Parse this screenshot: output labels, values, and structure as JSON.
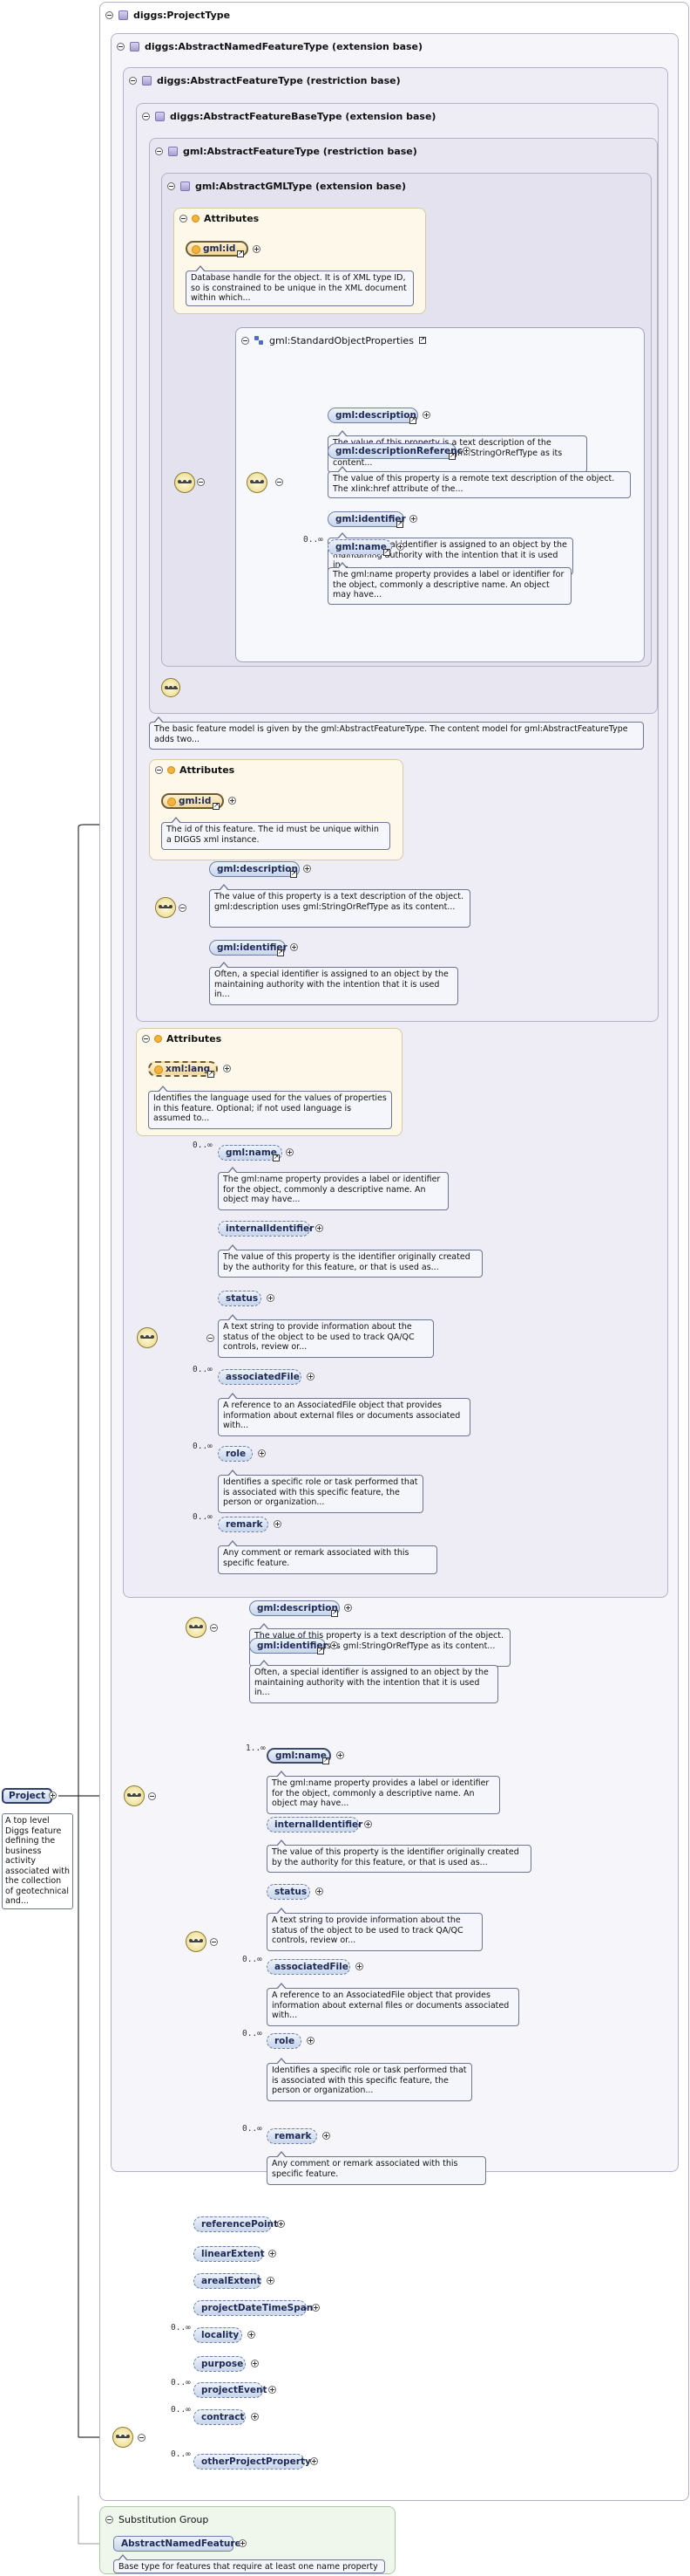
{
  "root": {
    "name": "Project",
    "description": "A top level Diggs feature defining the business activity associated with the collection of geotechnical and..."
  },
  "boxes": {
    "project_type": "diggs:ProjectType",
    "abstract_named": "diggs:AbstractNamedFeatureType (extension base)",
    "abstract_feature": "diggs:AbstractFeatureType (restriction base)",
    "abstract_feature_base": "diggs:AbstractFeatureBaseType (extension base)",
    "gml_abstract_feature": "gml:AbstractFeatureType (restriction base)",
    "gml_abstract_gml": "gml:AbstractGMLType (extension base)",
    "std_object_props": "gml:StandardObjectProperties"
  },
  "attributes_title": "Attributes",
  "gml_attrs": {
    "id_name": "gml:id",
    "id_note": "Database handle for the object. It is of XML type ID, so is constrained to be unique in the XML document within which..."
  },
  "std_props": [
    {
      "name": "gml:description",
      "note": "The value of this property is a text description of the object. gml:description uses gml:StringOrRefType as its content..."
    },
    {
      "name": "gml:descriptionReference",
      "note": "The value of this property is a remote text description of the object. The xlink:href attribute of the..."
    },
    {
      "name": "gml:identifier",
      "note": "Often, a special identifier is assigned to an object by the maintaining authority with the intention that it is used in..."
    },
    {
      "name": "gml:name",
      "card": "0..∞",
      "note": "The gml:name property provides a label or identifier for the object, commonly a descriptive name. An object may have..."
    }
  ],
  "base_note": "The basic feature model is given by the gml:AbstractFeatureType. The content model for gml:AbstractFeatureType adds two...",
  "base_attrs": {
    "id_name": "gml:id",
    "id_note": "The id of this feature. The id must be unique within a DIGGS xml instance."
  },
  "base_props": [
    {
      "name": "gml:description",
      "note": "The value of this property is a text description of the object. gml:description uses gml:StringOrRefType as its content..."
    },
    {
      "name": "gml:identifier",
      "note": "Often, a special identifier is assigned to an object by the maintaining authority with the intention that it is used in..."
    }
  ],
  "feature_attrs": {
    "lang_name": "xml:lang",
    "lang_note": "Identifies the language used for the values of properties in this feature. Optional; if not used language is assumed to..."
  },
  "feature_props": [
    {
      "name": "gml:name",
      "card": "0..∞",
      "note": "The gml:name property provides a label or identifier for the object, commonly a descriptive name. An object may have..."
    },
    {
      "name": "internalIdentifier",
      "note": "The value of this property is the identifier originally created by the authority for this feature, or that is used as..."
    },
    {
      "name": "status",
      "note": "A text string to provide information about the status of the object to be used to track QA/QC controls, review or..."
    },
    {
      "name": "associatedFile",
      "card": "0..∞",
      "note": "A reference to an AssociatedFile object that provides information about external files or documents associated with..."
    },
    {
      "name": "role",
      "card": "0..∞",
      "note": "Identifies a specific role or task performed that is associated with this specific feature, the person or organization..."
    },
    {
      "name": "remark",
      "card": "0..∞",
      "note": "Any comment or remark associated with this specific feature."
    }
  ],
  "named_props_a": [
    {
      "name": "gml:description",
      "note": "The value of this property is a text description of the object. gml:description uses gml:StringOrRefType as its content..."
    },
    {
      "name": "gml:identifier",
      "note": "Often, a special identifier is assigned to an object by the maintaining authority with the intention that it is used in..."
    }
  ],
  "named_props_b": [
    {
      "name": "gml:name",
      "card": "1..∞",
      "note": "The gml:name property provides a label or identifier for the object, commonly a descriptive name. An object may have..."
    },
    {
      "name": "internalIdentifier",
      "note": "The value of this property is the identifier originally created by the authority for this feature, or that is used as..."
    },
    {
      "name": "status",
      "note": "A text string to provide information about the status of the object to be used to track QA/QC controls, review or..."
    },
    {
      "name": "associatedFile",
      "card": "0..∞",
      "note": "A reference to an AssociatedFile object that provides information about external files or documents associated with..."
    },
    {
      "name": "role",
      "card": "0..∞",
      "note": "Identifies a specific role or task performed that is associated with this specific feature, the person or organization..."
    },
    {
      "name": "remark",
      "card": "0..∞",
      "note": "Any comment or remark associated with this specific feature."
    }
  ],
  "project_props": [
    {
      "name": "referencePoint",
      "card": ""
    },
    {
      "name": "linearExtent",
      "card": ""
    },
    {
      "name": "arealExtent",
      "card": ""
    },
    {
      "name": "projectDateTimeSpan",
      "card": ""
    },
    {
      "name": "locality",
      "card": "0..∞"
    },
    {
      "name": "purpose",
      "card": ""
    },
    {
      "name": "projectEvent",
      "card": "0..∞"
    },
    {
      "name": "contract",
      "card": "0..∞"
    },
    {
      "name": "otherProjectProperty",
      "card": "0..∞"
    }
  ],
  "substitution": {
    "title": "Substitution Group",
    "name": "AbstractNamedFeature",
    "note": "Base type for features that require at least one name property"
  }
}
